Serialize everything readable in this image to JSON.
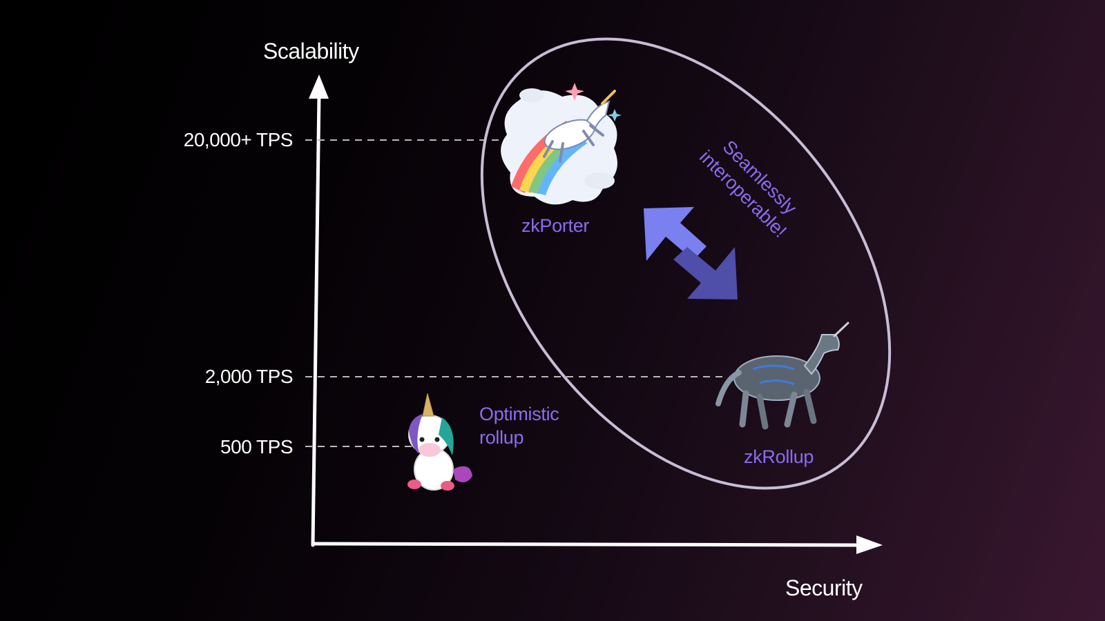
{
  "axes": {
    "y_title": "Scalability",
    "x_title": "Security"
  },
  "ticks": {
    "t1": "20,000+ TPS",
    "t2": "2,000 TPS",
    "t3": "500 TPS"
  },
  "labels": {
    "zkporter": "zkPorter",
    "zkrollup": "zkRollup",
    "optimistic_line1": "Optimistic",
    "optimistic_line2": "rollup",
    "interop_line1": "Seamlessly",
    "interop_line2": "interoperable!"
  },
  "colors": {
    "accent": "#8b6cf2",
    "ellipse": "#c8bdd6",
    "arrow_light": "#7a80f0",
    "arrow_dark": "#4f4ea8"
  },
  "icons": {
    "zkporter": "flying-rainbow-unicorn-icon",
    "zkrollup": "robot-unicorn-icon",
    "optimistic": "baby-unicorn-icon"
  }
}
